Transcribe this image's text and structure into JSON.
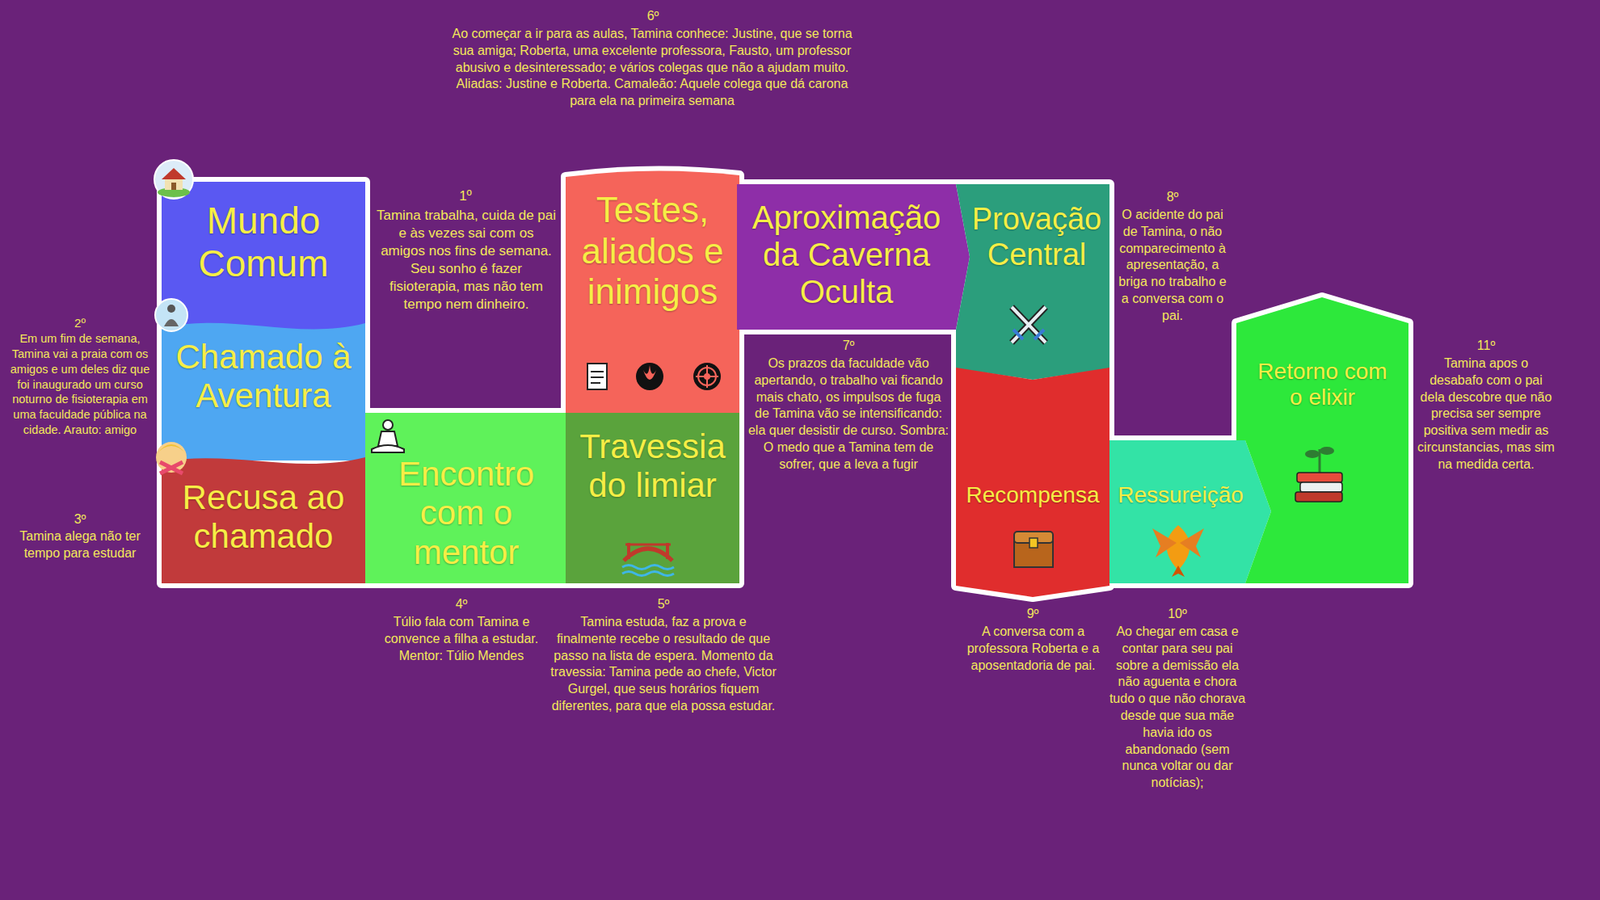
{
  "diagram": {
    "nodes": [
      {
        "text": [
          "Mundo Comum"
        ]
      },
      {
        "text": [
          "Chamado à Aventura"
        ]
      },
      {
        "text": [
          "Recusa ao chamado"
        ]
      },
      {
        "text": [
          "Encontro com o mentor"
        ]
      },
      {
        "text": [
          "Testes, aliados e inimigos"
        ]
      },
      {
        "text": [
          "Travessia do limiar"
        ]
      },
      {
        "text": [
          "Aproximação da Caverna Oculta"
        ]
      },
      {
        "text": [
          "Provação Central"
        ]
      },
      {
        "text": [
          "Recompensa"
        ]
      },
      {
        "text": [
          "Ressureição"
        ]
      },
      {
        "text": [
          "Retorno com o elixir"
        ]
      }
    ],
    "labels": [
      "6º",
      "Ao começar a ir para as aulas, Tamina conhece: Justine, que se torna sua amiga; Roberta, uma excelente professora, Fausto, um professor abusivo e desinteressado; e vários colegas que não a ajudam muito. Aliadas: Justine e Roberta. Camaleão: Aquele colega que dá carona para ela na primeira semana",
      "1º",
      "Tamina trabalha, cuida de pai e às vezes sai com os amigos nos fins de semana. Seu sonho é fazer fisioterapia, mas não tem tempo nem dinheiro.",
      "2º",
      "Em um fim de semana, Tamina vai a praia com os amigos e um deles diz que foi inaugurado um curso noturno de fisioterapia em uma faculdade pública na cidade. Arauto: amigo",
      "3º",
      "Tamina alega não ter tempo para estudar",
      "4º",
      "Túlio fala com Tamina e convence a filha a estudar. Mentor: Túlio Mendes",
      "5º",
      "Tamina estuda, faz a prova e finalmente recebe o resultado de que passo na lista de espera. Momento da travessia: Tamina pede ao chefe, Victor Gurgel, que seus horários fiquem diferentes, para que ela possa estudar.",
      "7º",
      "Os prazos da faculdade vão apertando, o trabalho vai ficando mais chato, os impulsos de fuga de Tamina vão se intensificando: ela quer desistir de curso. Sombra: O medo que a Tamina tem de sofrer, que a leva a fugir",
      "8º",
      "O acidente do pai de Tamina, o não comparecimento à apresentação, a briga no trabalho e a conversa com o pai.",
      "9º",
      "A conversa com a professora Roberta e a aposentadoria de pai.",
      "10º",
      "Ao chegar em casa e contar para seu pai sobre a demissão ela não aguenta e chora tudo o que não chorava desde que sua mãe havia ido os abandonado (sem nunca voltar ou dar notícias);",
      "11º",
      "Tamina apos o desabafo com o pai dela descobre que não precisa ser sempre positiva sem medir as circunstancias, mas sim na medida certa."
    ]
  }
}
